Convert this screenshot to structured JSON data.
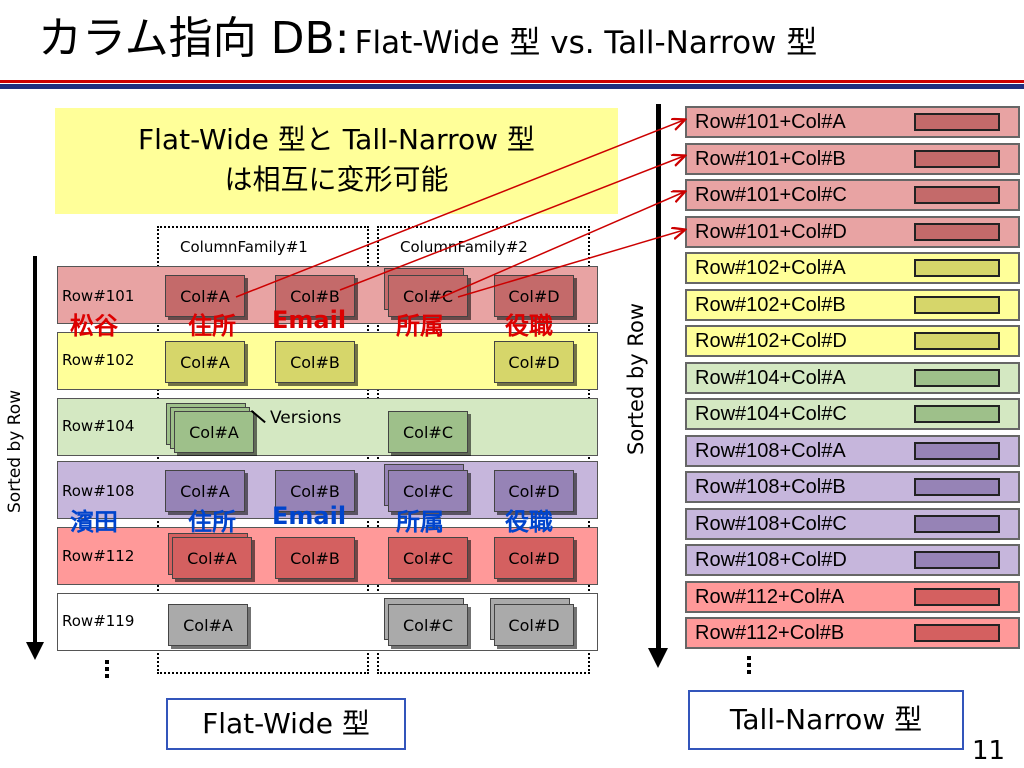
{
  "slide": {
    "title_main": "カラム指向 DB:",
    "title_sub": "Flat-Wide 型 vs. Tall-Narrow 型",
    "page_number": "11"
  },
  "colors": {
    "rule_red": "#cc0000",
    "rule_blue": "#1f2f7f",
    "callout_bg": "#ffff99",
    "jp_red": "#dd0000",
    "jp_blue": "#0044cc",
    "arrow_red": "#cc0000",
    "legend_border": "#3355bb"
  },
  "callout": {
    "line1": "Flat-Wide 型と Tall-Narrow 型",
    "line2": "は相互に変形可能"
  },
  "flat_wide": {
    "column_families": [
      "ColumnFamily#1",
      "ColumnFamily#2"
    ],
    "versions_label": "Versions",
    "sorted_label": "Sorted by Row",
    "rows": [
      {
        "label": "Row#101",
        "bg": "#e8a3a3",
        "cells": [
          "Col#A",
          "Col#B",
          "Col#C",
          "Col#D"
        ]
      },
      {
        "label": "Row#102",
        "bg": "#ffff99",
        "cells": [
          "Col#A",
          "Col#B",
          "Col#D"
        ]
      },
      {
        "label": "Row#104",
        "bg": "#d4e8c2",
        "cells": [
          "Col#A",
          "Col#C"
        ]
      },
      {
        "label": "Row#108",
        "bg": "#c6b6dc",
        "cells": [
          "Col#A",
          "Col#B",
          "Col#C",
          "Col#D"
        ]
      },
      {
        "label": "Row#112",
        "bg": "#ff9999",
        "cells": [
          "Col#A",
          "Col#B",
          "Col#C",
          "Col#D"
        ]
      },
      {
        "label": "Row#119",
        "bg": "#ffffff",
        "cells": [
          "Col#A",
          "Col#C",
          "Col#D"
        ]
      }
    ],
    "row101_annotations": [
      "松谷",
      "住所",
      "Email",
      "所属",
      "役職"
    ],
    "row108_annotations": [
      "濱田",
      "住所",
      "Email",
      "所属",
      "役職"
    ]
  },
  "tall_narrow": {
    "sorted_label": "Sorted by Row",
    "entries": [
      {
        "label": "Row#101+Col#A",
        "bg": "#e8a3a3",
        "bar": "#c46a6a"
      },
      {
        "label": "Row#101+Col#B",
        "bg": "#e8a3a3",
        "bar": "#c46a6a"
      },
      {
        "label": "Row#101+Col#C",
        "bg": "#e8a3a3",
        "bar": "#c46a6a"
      },
      {
        "label": "Row#101+Col#D",
        "bg": "#e8a3a3",
        "bar": "#c46a6a"
      },
      {
        "label": "Row#102+Col#A",
        "bg": "#ffff99",
        "bar": "#d6d66a"
      },
      {
        "label": "Row#102+Col#B",
        "bg": "#ffff99",
        "bar": "#d6d66a"
      },
      {
        "label": "Row#102+Col#D",
        "bg": "#ffff99",
        "bar": "#d6d66a"
      },
      {
        "label": "Row#104+Col#A",
        "bg": "#d4e8c2",
        "bar": "#9ec08a"
      },
      {
        "label": "Row#104+Col#C",
        "bg": "#d4e8c2",
        "bar": "#9ec08a"
      },
      {
        "label": "Row#108+Col#A",
        "bg": "#c6b6dc",
        "bar": "#9683b6"
      },
      {
        "label": "Row#108+Col#B",
        "bg": "#c6b6dc",
        "bar": "#9683b6"
      },
      {
        "label": "Row#108+Col#C",
        "bg": "#c6b6dc",
        "bar": "#9683b6"
      },
      {
        "label": "Row#108+Col#D",
        "bg": "#c6b6dc",
        "bar": "#9683b6"
      },
      {
        "label": "Row#112+Col#A",
        "bg": "#ff9999",
        "bar": "#d46060"
      },
      {
        "label": "Row#112+Col#B",
        "bg": "#ff9999",
        "bar": "#d46060"
      }
    ]
  },
  "legend": {
    "flat_wide": "Flat-Wide 型",
    "tall_narrow": "Tall-Narrow 型"
  }
}
